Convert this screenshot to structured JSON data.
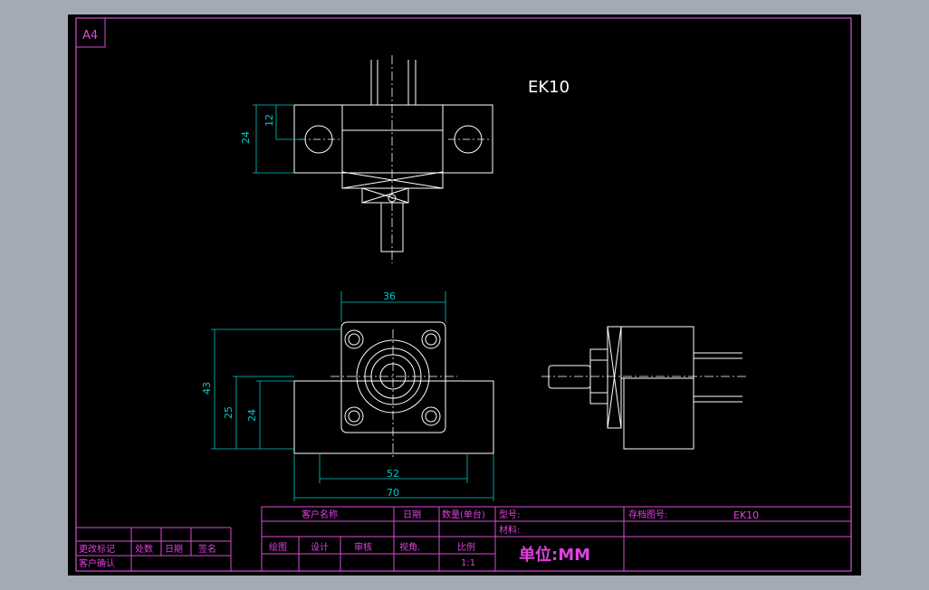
{
  "sheet": {
    "paper_size": "A4",
    "part_title": "EK10"
  },
  "colors": {
    "background": "#a4aab4",
    "sheet": "#000000",
    "frame": "#d84cd8",
    "geometry": "#ffffff",
    "dimension": "#00c8c8",
    "title_text": "#e040e0"
  },
  "dimensions": {
    "top_view": {
      "d12": "12",
      "d24": "24"
    },
    "front_view": {
      "d36": "36",
      "d43": "43",
      "d25": "25",
      "d24": "24",
      "d52": "52",
      "d70": "70"
    }
  },
  "title_block": {
    "customer_name": "客户名称",
    "date": "日期",
    "quantity": "数量(单台)",
    "model": "型号:",
    "drawing_no_label": "存档图号:",
    "drawing_no": "EK10",
    "material": "材料:",
    "drawn": "绘图",
    "design": "设计",
    "review": "审核",
    "std_check": "视角.",
    "scale_label": "比例",
    "scale": "1:1",
    "unit": "单位:MM",
    "rev_mark": "更改标记",
    "rev_count": "处数",
    "rev_date": "日期",
    "rev_sign": "签名",
    "customer_confirm": "客户确认"
  }
}
